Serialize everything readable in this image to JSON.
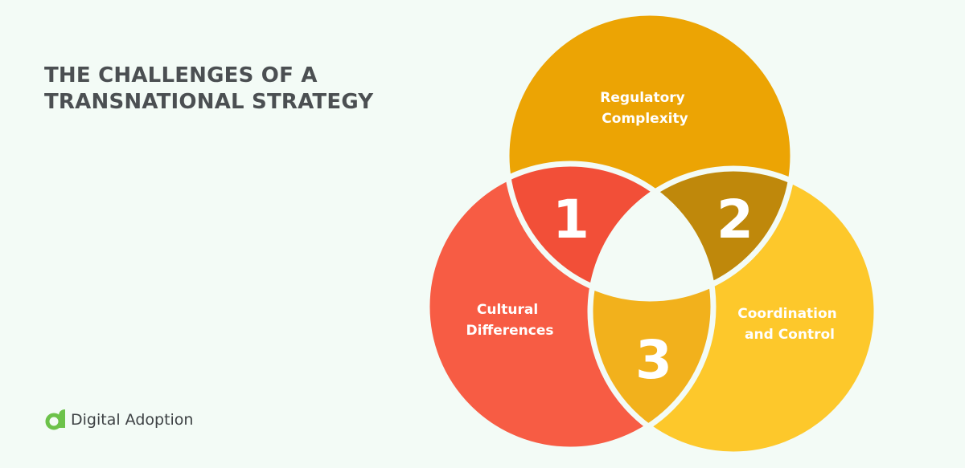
{
  "title": {
    "line1": "THE CHALLENGES OF A",
    "line2": "TRANSNATIONAL STRATEGY"
  },
  "circles": {
    "top": {
      "label_line1": "Regulatory",
      "label_line2": "Complexity",
      "color": "#eca404"
    },
    "left": {
      "label_line1": "Cultural",
      "label_line2": "Differences",
      "color": "#f75c44"
    },
    "right": {
      "label_line1": "Coordination",
      "label_line2": "and Control",
      "color": "#fdc82b"
    }
  },
  "intersections": {
    "top_left": {
      "number": "1",
      "color": "#f24f38"
    },
    "top_right": {
      "number": "2",
      "color": "#bf880b"
    },
    "left_right": {
      "number": "3",
      "color": "#f2b11c"
    },
    "center_color": "#f3fbf6"
  },
  "outline_color": "#f3fbf6",
  "logo": {
    "text": "Digital Adoption",
    "color": "#6cc24a"
  }
}
